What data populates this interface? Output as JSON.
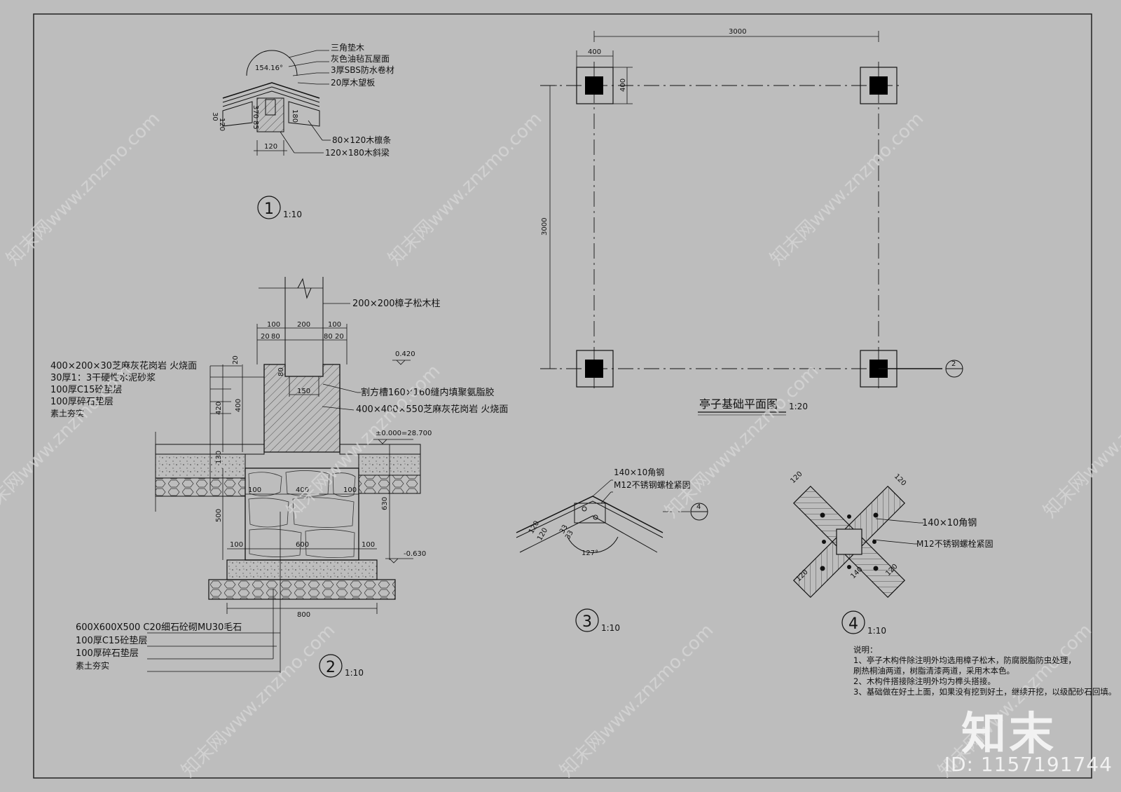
{
  "detail1": {
    "labels": [
      "三角垫木",
      "灰色油毡瓦屋面",
      "3厚SBS防水卷材",
      "20厚木望板",
      "80×120木檩条",
      "120×180木斜梁"
    ],
    "angle": "154.16°",
    "dims": [
      "30",
      "120",
      "370",
      "85",
      "180",
      "120"
    ],
    "number": "1",
    "scale": "1:10"
  },
  "detail2": {
    "column_label": "200×200樟子松木柱",
    "top_dims": [
      "100",
      "200",
      "100",
      "20",
      "80",
      "80",
      "20"
    ],
    "left_labels": [
      "400×200×30芝麻灰花岗岩  火烧面",
      "30厚1：3干硬性水泥砂浆",
      "100厚C15砼垫层",
      "100厚碎石垫层",
      "素土夯实"
    ],
    "right_labels": [
      "割方槽160×160缝内填聚氨脂胶",
      "400×400×550芝麻灰花岗岩  火烧面"
    ],
    "level_top": "0.420",
    "level_zero": "±0.000=28.700",
    "level_bottom": "-0.630",
    "inner_dims": [
      "20",
      "80",
      "150",
      "420",
      "400",
      "130",
      "500",
      "630",
      "100",
      "400",
      "100",
      "100",
      "600",
      "100",
      "800"
    ],
    "bottom_labels": [
      "600X600X500  C20细石砼砌MU30毛石",
      "100厚C15砼垫层",
      "100厚碎石垫层",
      "素土夯实"
    ],
    "number": "2",
    "scale": "1:10"
  },
  "plan": {
    "title": "亭子基础平面图",
    "scale": "1:20",
    "dims": [
      "3000",
      "400",
      "400",
      "3000"
    ],
    "callout": "2"
  },
  "detail3": {
    "labels": [
      "140×10角钢",
      "M12不锈钢螺栓紧固"
    ],
    "dims": [
      "120",
      "120",
      "33",
      "33",
      "127°"
    ],
    "callout": "4",
    "number": "3",
    "scale": "1:10"
  },
  "detail4": {
    "labels": [
      "140×10角钢",
      "M12不锈钢螺栓紧固"
    ],
    "dims": [
      "120",
      "120",
      "120",
      "120",
      "140"
    ],
    "number": "4",
    "scale": "1:10"
  },
  "notes": {
    "title": "说明：",
    "lines": [
      "1、亭子木构件除注明外均选用樟子松木，防腐脱脂防虫处理，",
      "    刷热桐油两道，树脂清漆两道，采用木本色。",
      "2、木构件搭接除注明外均为榫头搭接。",
      "3、基础做在好土上面，如果没有挖到好土，继续开挖，以级配砂石回填。"
    ]
  },
  "watermark": {
    "site": "知末网www.znzmo.com",
    "logo": "知末",
    "id": "ID: 1157191744"
  }
}
